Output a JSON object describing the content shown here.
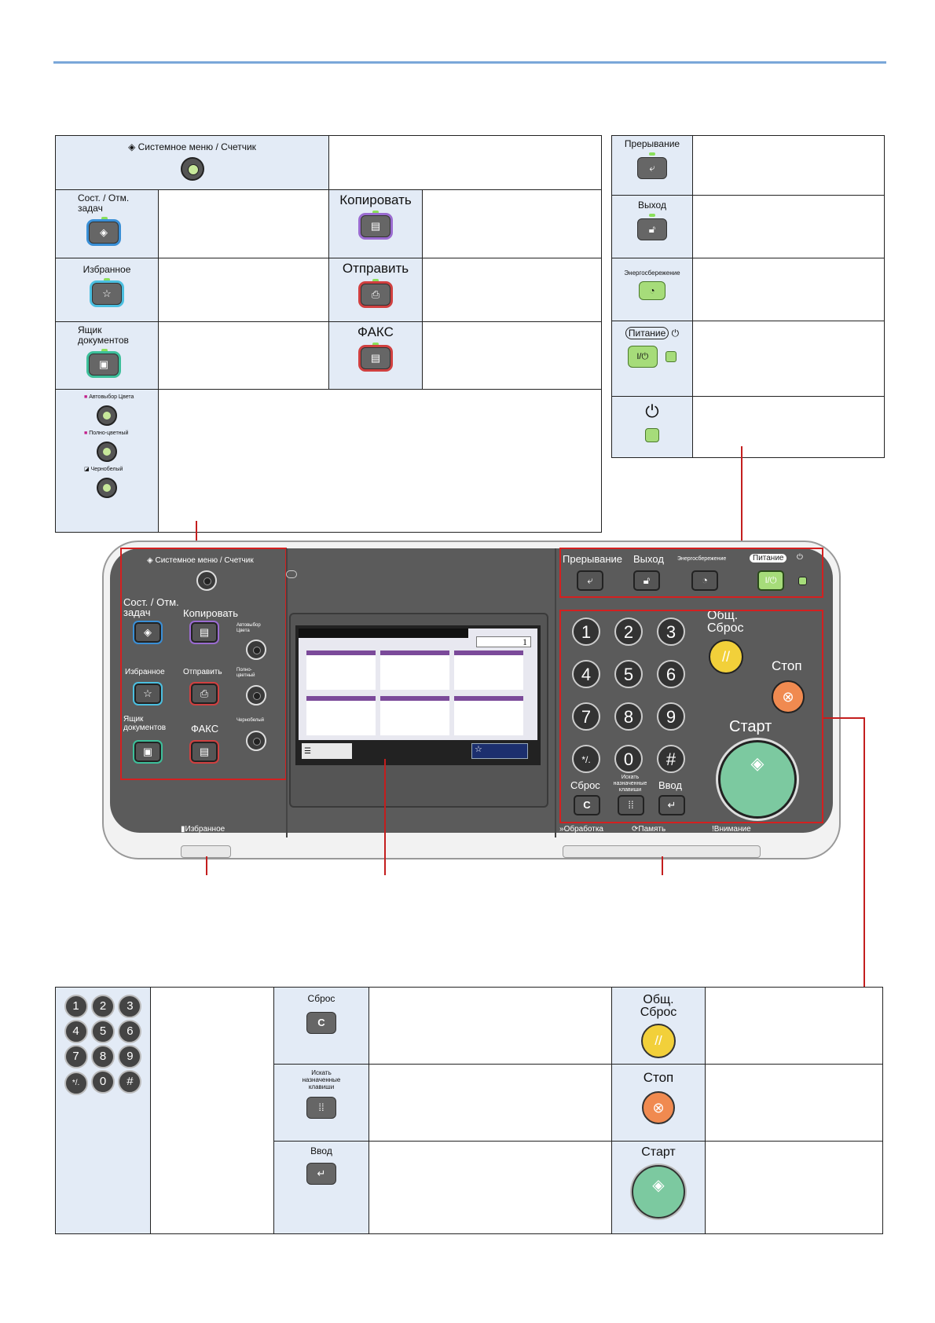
{
  "top_left_table": {
    "system_menu_label": "Системное меню / Счетчик",
    "status_job_cancel_label": "Сост. / Отм. задач",
    "copy_label": "Копировать",
    "favorites_label": "Избранное",
    "send_label": "Отправить",
    "document_box_label": "Ящик документов",
    "fax_label": "ФАКС",
    "auto_color_label": "Автовыбор Цвета",
    "full_color_label": "Полно-цветный",
    "black_white_label": "Чернобелый"
  },
  "top_right_table": {
    "interrupt_label": "Прерывание",
    "logout_label": "Выход",
    "energy_saver_label": "Энергосбережение",
    "power_label": "Питание",
    "power_symbol": "I/⏻"
  },
  "panel": {
    "system_menu": "Системное меню / Счетчик",
    "status_job_cancel": "Сост. / Отм. задач",
    "copy": "Копировать",
    "auto_color": "Автовыбор Цвета",
    "favorites": "Избранное",
    "send": "Отправить",
    "full_color": "Полно-цветный",
    "document_box": "Ящик документов",
    "fax": "ФАКС",
    "black_white": "Чернобелый",
    "interrupt": "Прерывание",
    "logout": "Выход",
    "energy_saver": "Энергосбережение",
    "power": "Питание",
    "power_symbol": "I/⏻",
    "reset": "Общ. Сброс",
    "stop": "Стоп",
    "start": "Старт",
    "clear": "Сброс",
    "clear_key": "C",
    "quick_number_search": "Искать назначенные клавиши",
    "enter": "Ввод",
    "favorites_bottom": "Избранное",
    "processing": "Обработка",
    "memory": "Память",
    "attention": "Внимание",
    "screen_counter": "1",
    "numkeys": [
      "1",
      "2",
      "3",
      "4",
      "5",
      "6",
      "7",
      "8",
      "9",
      "*/.",
      "0",
      "#"
    ]
  },
  "bottom_table": {
    "numkeys": [
      "1",
      "2",
      "3",
      "4",
      "5",
      "6",
      "7",
      "8",
      "9",
      "*/.",
      "0",
      "#"
    ],
    "clear_label": "Сброс",
    "clear_key": "C",
    "quick_search_label": "Искать назначенные клавиши",
    "enter_label": "Ввод",
    "reset_label": "Общ. Сброс",
    "stop_label": "Стоп",
    "start_label": "Старт"
  },
  "colors": {
    "rule": "#7aa7d9",
    "callout": "#c41e1e",
    "key_cell": "#e3ebf6",
    "reset_yellow": "#f2d03a",
    "stop_orange": "#f08a50",
    "start_green": "#7cc9a0",
    "power_green": "#a6dc7a"
  }
}
